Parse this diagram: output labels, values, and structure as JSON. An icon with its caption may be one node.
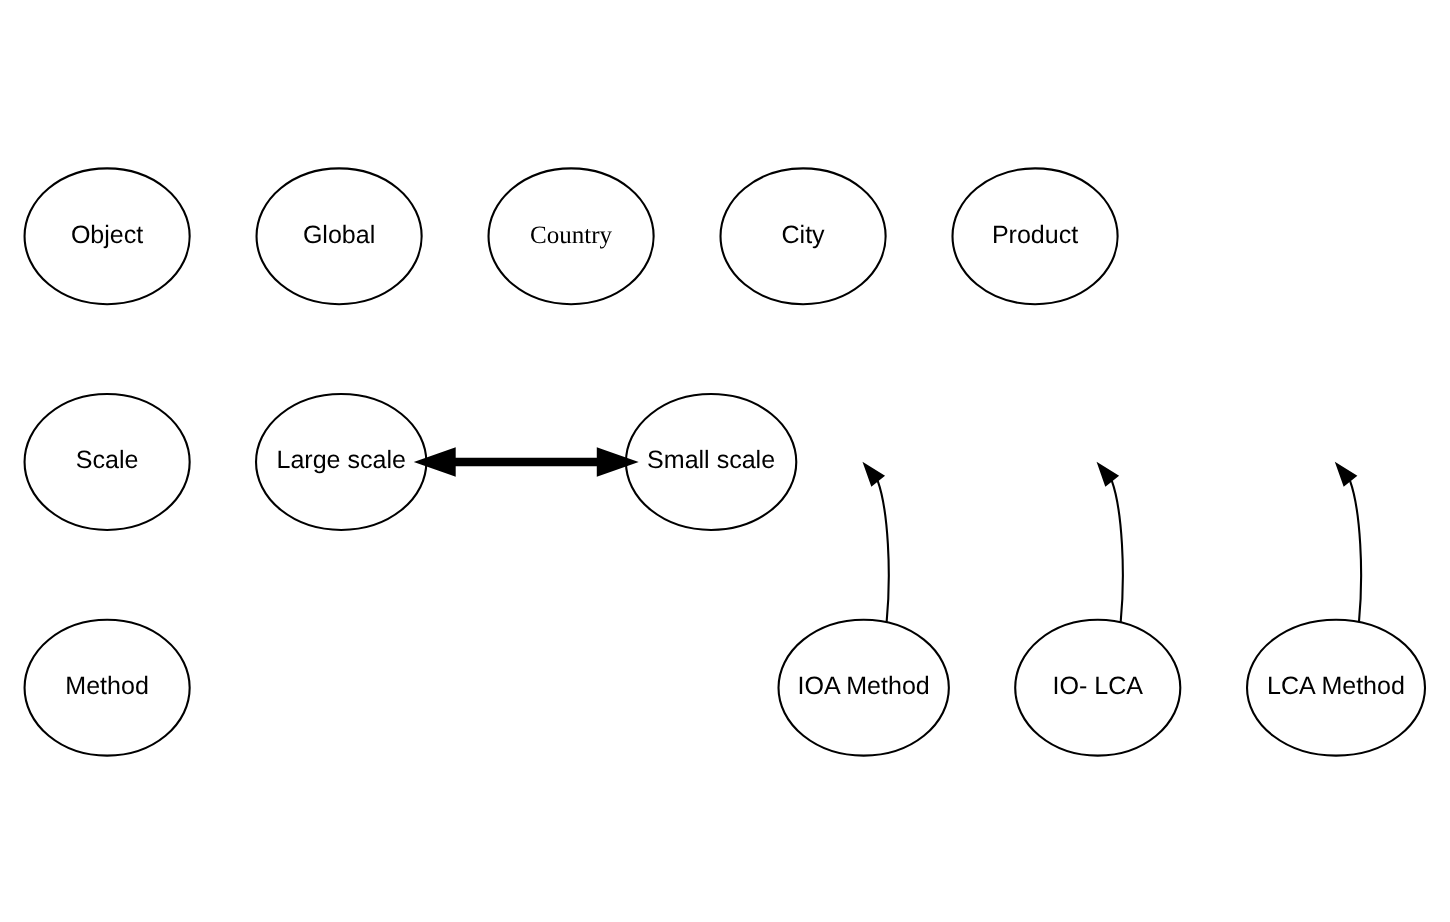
{
  "diagram": {
    "nodes": [
      {
        "text": [
          "Object"
        ]
      },
      {
        "text": [
          "Global"
        ]
      },
      {
        "text": [
          "Country"
        ]
      },
      {
        "text": [
          "City"
        ]
      },
      {
        "text": [
          "Product"
        ]
      },
      {
        "text": [
          "Scale"
        ]
      },
      {
        "text": [
          "Large scale"
        ]
      },
      {
        "text": [
          "Small scale"
        ]
      },
      {
        "text": [
          "Method"
        ]
      },
      {
        "text": [
          "IOA Method"
        ]
      },
      {
        "text": [
          "IO- LCA"
        ]
      },
      {
        "text": [
          "LCA Method"
        ]
      }
    ],
    "edges": [
      {
        "from": 6,
        "to": 7,
        "arrow": "both",
        "style": "thick"
      },
      {
        "from": 9,
        "to": null,
        "arrow": "to"
      },
      {
        "from": 10,
        "to": null,
        "arrow": "to"
      },
      {
        "from": 11,
        "to": null,
        "arrow": "to"
      }
    ]
  }
}
